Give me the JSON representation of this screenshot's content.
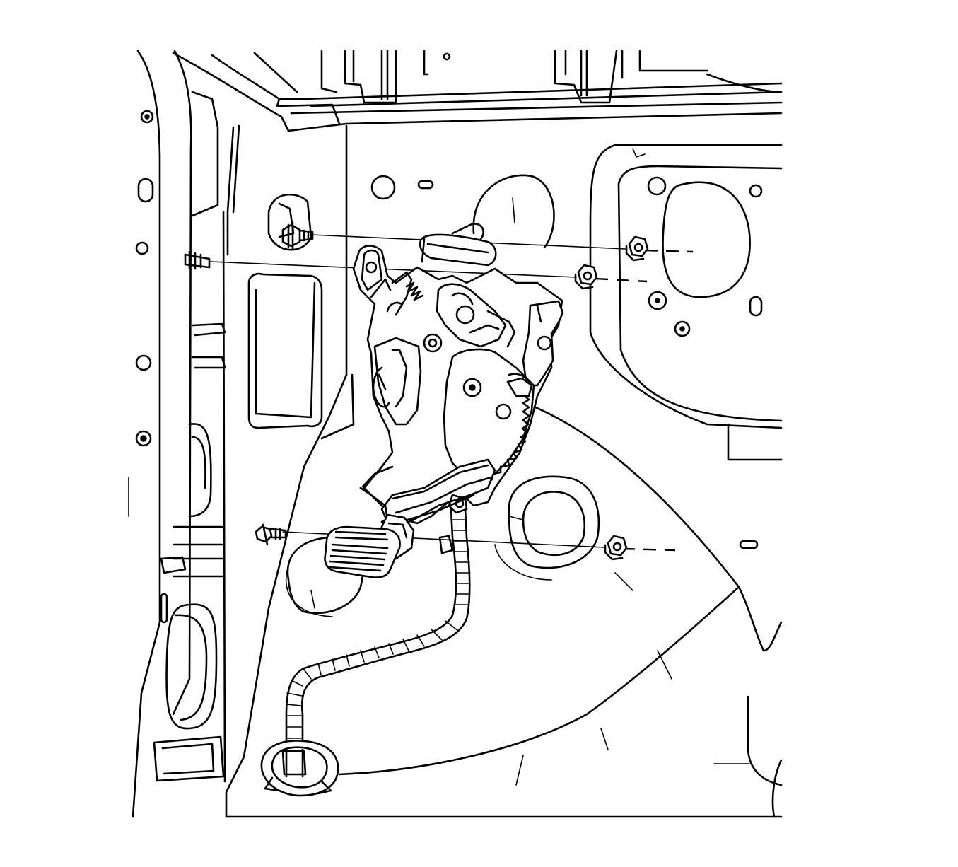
{
  "figure": {
    "subject": "parking-brake-pedal-assembly-installation",
    "stroke_color": "#000000",
    "background_color": "#ffffff",
    "components": [
      "left-door-pillar",
      "dash-panel",
      "upper-cowl",
      "park-brake-pedal-assembly",
      "park-brake-pedal-pad",
      "park-brake-cable",
      "cable-grommet",
      "mounting-stud-upper",
      "mounting-bolt-middle",
      "mounting-bolt-lower",
      "mounting-nut-upper",
      "mounting-nut-middle",
      "mounting-nut-lower"
    ]
  }
}
